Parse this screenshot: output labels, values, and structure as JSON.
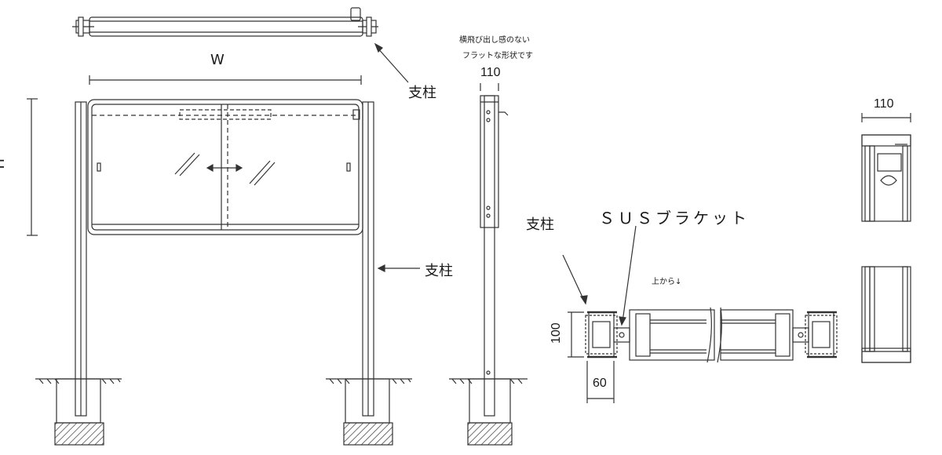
{
  "labels": {
    "w": "W",
    "h": "H",
    "post_top_view": "支柱",
    "post_front": "支柱",
    "post_detail": "支柱",
    "note_line1": "横飛び出し感のない",
    "note_line2": "フラットな形状です",
    "dim_side_width": "110",
    "dim_section_width": "110",
    "sus_bracket": "ＳＵＳブラケット",
    "from_above": "上から↓",
    "dim_100": "100",
    "dim_60": "60"
  }
}
